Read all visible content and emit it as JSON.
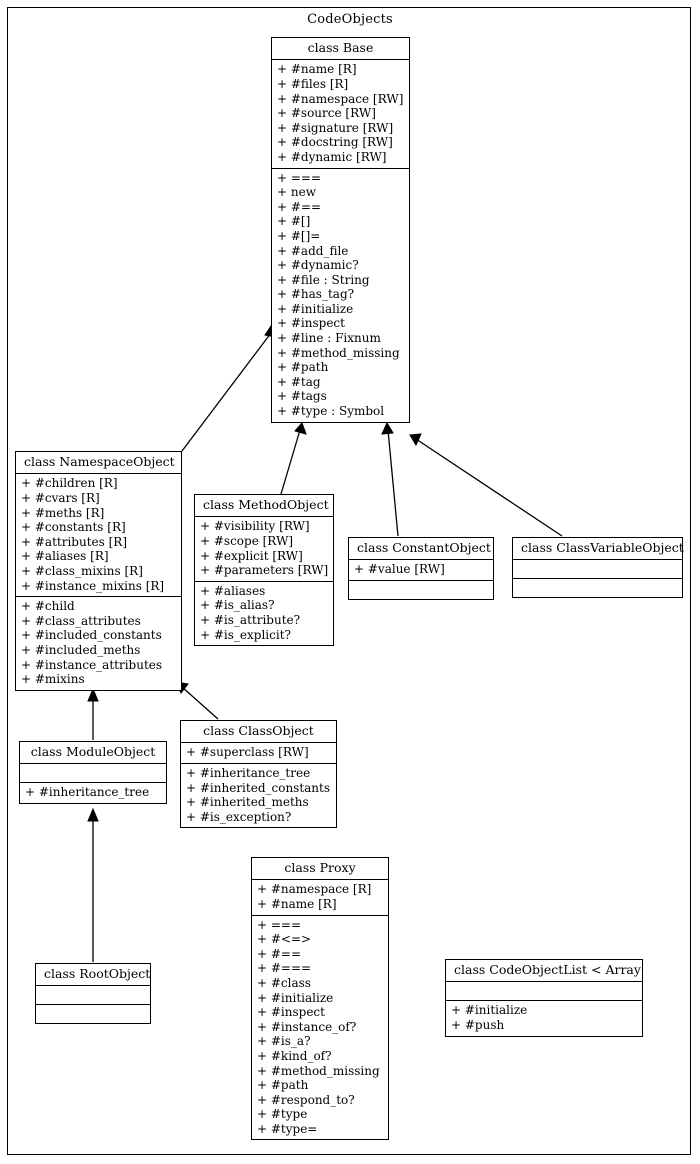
{
  "diagram": {
    "title": "CodeObjects",
    "type": "uml-class-diagram"
  },
  "classes": {
    "base": {
      "name": "class Base",
      "attributes": [
        "+ #name [R]",
        "+ #files [R]",
        "+ #namespace [RW]",
        "+ #source [RW]",
        "+ #signature [RW]",
        "+ #docstring [RW]",
        "+ #dynamic [RW]"
      ],
      "methods": [
        "+ ===",
        "+ new",
        "+ #==",
        "+ #[]",
        "+ #[]=",
        "+ #add_file",
        "+ #dynamic?",
        "+ #file : String",
        "+ #has_tag?",
        "+ #initialize",
        "+ #inspect",
        "+ #line : Fixnum",
        "+ #method_missing",
        "+ #path",
        "+ #tag",
        "+ #tags",
        "+ #type : Symbol"
      ]
    },
    "namespace_object": {
      "name": "class NamespaceObject",
      "attributes": [
        "+ #children [R]",
        "+ #cvars [R]",
        "+ #meths [R]",
        "+ #constants [R]",
        "+ #attributes [R]",
        "+ #aliases [R]",
        "+ #class_mixins [R]",
        "+ #instance_mixins [R]"
      ],
      "methods": [
        "+ #child",
        "+ #class_attributes",
        "+ #included_constants",
        "+ #included_meths",
        "+ #instance_attributes",
        "+ #mixins"
      ]
    },
    "method_object": {
      "name": "class MethodObject",
      "attributes": [
        "+ #visibility [RW]",
        "+ #scope [RW]",
        "+ #explicit [RW]",
        "+ #parameters [RW]"
      ],
      "methods": [
        "+ #aliases",
        "+ #is_alias?",
        "+ #is_attribute?",
        "+ #is_explicit?"
      ]
    },
    "constant_object": {
      "name": "class ConstantObject",
      "attributes": [
        "+ #value [RW]"
      ],
      "methods": []
    },
    "class_variable_object": {
      "name": "class ClassVariableObject",
      "attributes": [],
      "methods": []
    },
    "class_object": {
      "name": "class ClassObject",
      "attributes": [
        "+ #superclass [RW]"
      ],
      "methods": [
        "+ #inheritance_tree",
        "+ #inherited_constants",
        "+ #inherited_meths",
        "+ #is_exception?"
      ]
    },
    "module_object": {
      "name": "class ModuleObject",
      "attributes": [],
      "methods": [
        "+ #inheritance_tree"
      ]
    },
    "root_object": {
      "name": "class RootObject",
      "attributes": [],
      "methods": []
    },
    "proxy": {
      "name": "class Proxy",
      "attributes": [
        "+ #namespace [R]",
        "+ #name [R]"
      ],
      "methods": [
        "+ ===",
        "+ #<=>",
        "+ #==",
        "+ #===",
        "+ #class",
        "+ #initialize",
        "+ #inspect",
        "+ #instance_of?",
        "+ #is_a?",
        "+ #kind_of?",
        "+ #method_missing",
        "+ #path",
        "+ #respond_to?",
        "+ #type",
        "+ #type="
      ]
    },
    "code_object_list": {
      "name": "class CodeObjectList < Array",
      "attributes": [],
      "methods": [
        "+ #initialize",
        "+ #push"
      ]
    }
  },
  "relations": [
    {
      "from": "class NamespaceObject",
      "to": "class Base",
      "kind": "generalization"
    },
    {
      "from": "class MethodObject",
      "to": "class Base",
      "kind": "generalization"
    },
    {
      "from": "class ConstantObject",
      "to": "class Base",
      "kind": "generalization"
    },
    {
      "from": "class ClassVariableObject",
      "to": "class Base",
      "kind": "generalization"
    },
    {
      "from": "class ModuleObject",
      "to": "class NamespaceObject",
      "kind": "generalization"
    },
    {
      "from": "class ClassObject",
      "to": "class NamespaceObject",
      "kind": "generalization"
    },
    {
      "from": "class RootObject",
      "to": "class ModuleObject",
      "kind": "generalization"
    }
  ],
  "colors": {
    "line": "#000000",
    "background": "#ffffff",
    "text": "#000000"
  }
}
